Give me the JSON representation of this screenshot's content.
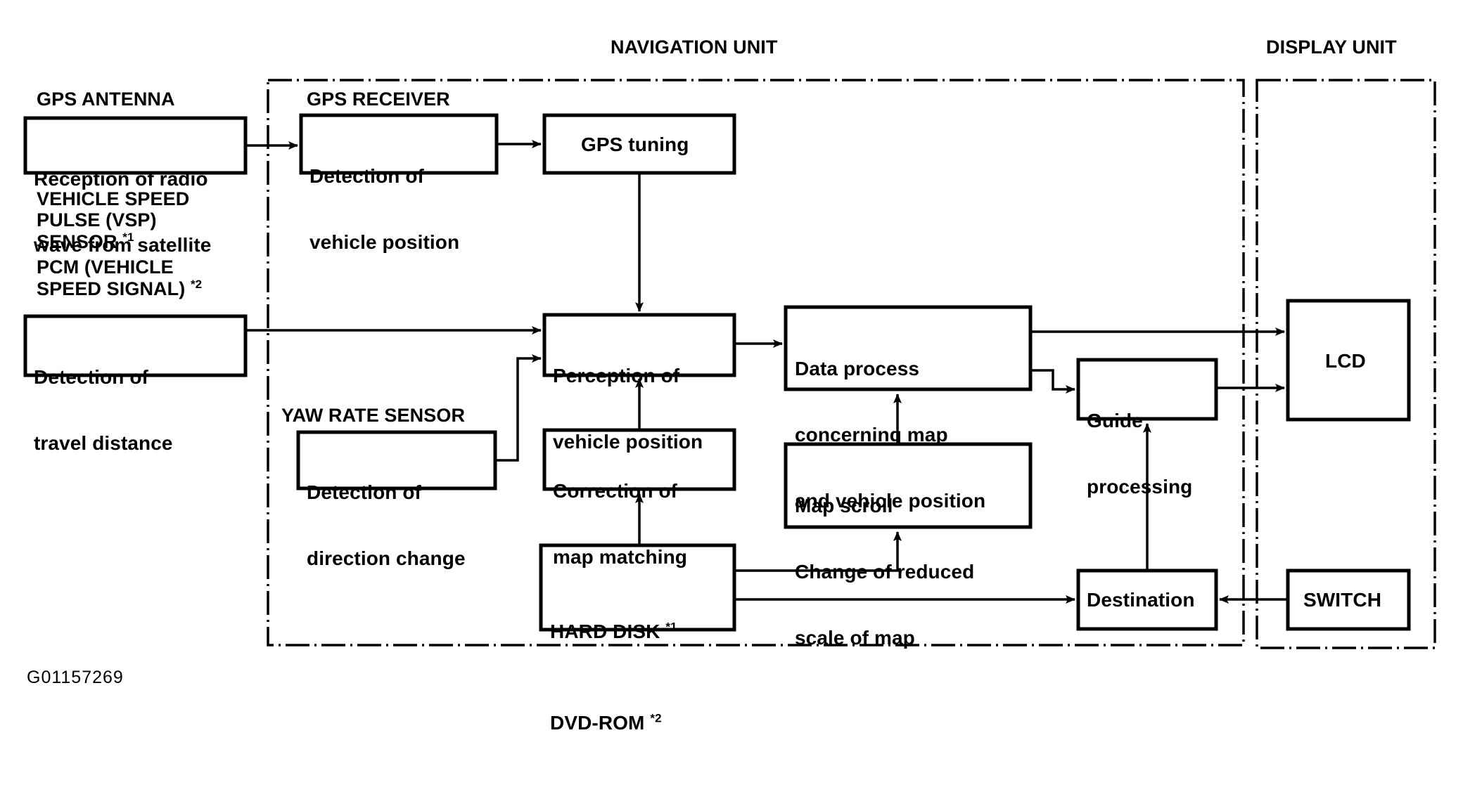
{
  "diagram": {
    "title_navigation_unit": "NAVIGATION UNIT",
    "title_display_unit": "DISPLAY UNIT",
    "figure_code": "G01157269",
    "group_labels": {
      "gps_antenna": "GPS ANTENNA",
      "gps_receiver": "GPS RECEIVER",
      "yaw_rate_sensor": "YAW RATE SENSOR",
      "vehicle_speed_l1": "VEHICLE SPEED",
      "vehicle_speed_l2": "PULSE (VSP)",
      "vehicle_speed_l3": "SENSOR ",
      "vehicle_speed_l3_sup": "*1",
      "pcm_l1": "PCM (VEHICLE",
      "pcm_l2": "SPEED SIGNAL) ",
      "pcm_l2_sup": "*2"
    },
    "boxes": {
      "reception": {
        "line1": "Reception of radio",
        "line2": "wave from satellite"
      },
      "detection_vehicle_position": {
        "line1": "Detection of",
        "line2": "vehicle position"
      },
      "gps_tuning": {
        "line1": "GPS tuning"
      },
      "detection_travel_distance": {
        "line1": "Detection of",
        "line2": "travel distance"
      },
      "detection_direction_change": {
        "line1": "Detection of",
        "line2": "direction change"
      },
      "perception_vehicle_position": {
        "line1": "Perception of",
        "line2": "vehicle position"
      },
      "correction_map_matching": {
        "line1": "Correction of",
        "line2": "map matching"
      },
      "data_process": {
        "line1": "Data process",
        "line2": "concerning map",
        "line3": "and vehicle position"
      },
      "map_scroll": {
        "line1": "Map scroll",
        "line2": "Change of reduced",
        "line3": "scale of map"
      },
      "guide_processing": {
        "line1": "Guide",
        "line2": "processing"
      },
      "hard_disk": {
        "line1": "HARD DISK ",
        "line1_sup": "*1",
        "line2": "DVD-ROM ",
        "line2_sup": "*2"
      },
      "destination": {
        "line1": "Destination"
      },
      "switch": {
        "line1": "SWITCH"
      },
      "lcd": {
        "line1": "LCD"
      }
    },
    "colors": {
      "stroke": "#000000",
      "fill": "#ffffff",
      "background": "#ffffff"
    }
  }
}
